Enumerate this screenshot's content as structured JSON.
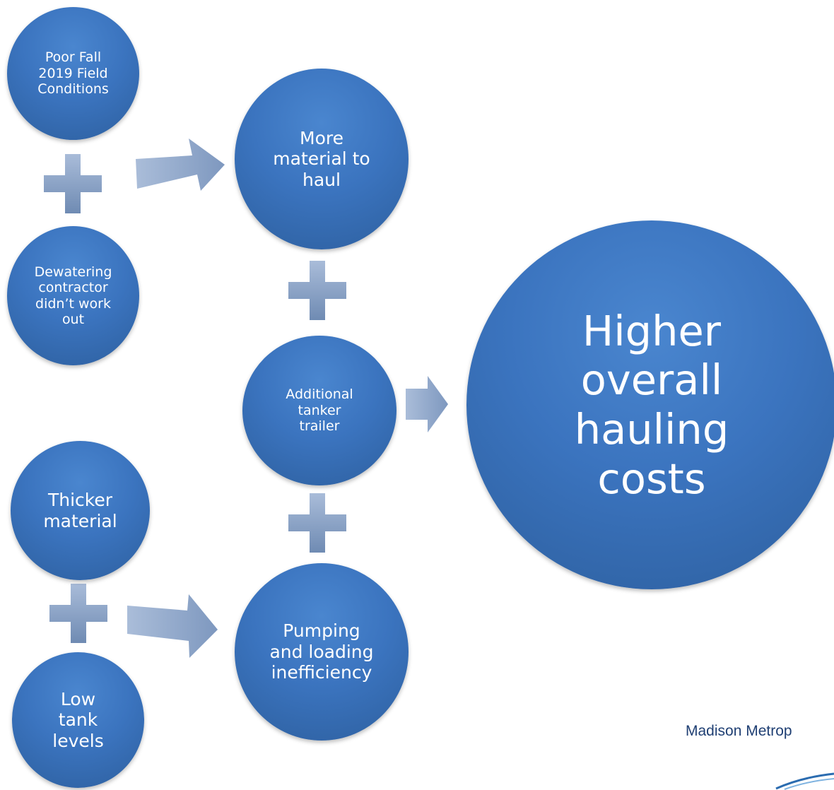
{
  "nodes": {
    "poor_fall": "Poor Fall\n2019 Field\nConditions",
    "dewatering": "Dewatering\ncontractor\ndidn’t work\nout",
    "more_material": "More\nmaterial to\nhaul",
    "additional_tanker": "Additional\ntanker\ntrailer",
    "thicker_material": "Thicker\nmaterial",
    "low_tank": "Low\ntank\nlevels",
    "pumping": "Pumping\nand loading\ninefficiency",
    "higher_costs": "Higher\noverall\nhauling\ncosts"
  },
  "logo": {
    "text": "Madison Metrop"
  },
  "colors": {
    "node": "#3b74bf",
    "connector": "#8ea6c8"
  }
}
